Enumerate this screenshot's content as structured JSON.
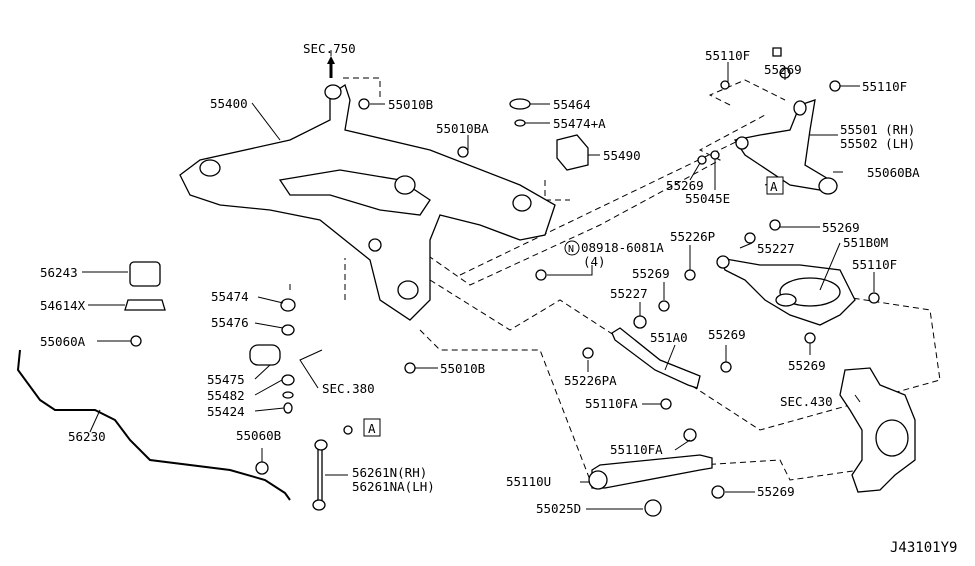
{
  "diagram": {
    "figure_code": "J43101Y9",
    "section_refs": {
      "sec750": "SEC.750",
      "sec380": "SEC.380",
      "sec430": "SEC.430"
    },
    "callout_marker": "A",
    "note_symbol": "N",
    "labels": {
      "l55400": "55400",
      "l55010B_top": "55010B",
      "l55010BA": "55010BA",
      "l55464": "55464",
      "l55474A": "55474+A",
      "l55490": "55490",
      "l55110F_a": "55110F",
      "l55269_a": "55269",
      "l55110F_b": "55110F",
      "l55501": "55501 (RH)",
      "l55502": "55502 (LH)",
      "l55060BA": "55060BA",
      "l55269_b": "55269",
      "l55045E": "55045E",
      "l08918": "08918-6081A",
      "l08918_qty": "(4)",
      "l55226P": "55226P",
      "l55227_a": "55227",
      "l55269_c": "55269",
      "l551B0M": "551B0M",
      "l55110F_c": "55110F",
      "l56243": "56243",
      "l54614X": "54614X",
      "l55060A": "55060A",
      "l55474": "55474",
      "l55476": "55476",
      "l55269_d": "55269",
      "l55227_b": "55227",
      "l551A0": "551A0",
      "l55269_e": "55269",
      "l55226PA": "55226PA",
      "l55110FA_a": "55110FA",
      "l55269_f": "55269",
      "l55475": "55475",
      "l55482": "55482",
      "l55424": "55424",
      "l55010B_bot": "55010B",
      "l56230": "56230",
      "l55060B": "55060B",
      "l56261N": "56261N(RH)",
      "l56261NA": "56261NA(LH)",
      "l55110FA_b": "55110FA",
      "l55110U": "55110U",
      "l55269_g": "55269",
      "l55025D": "55025D"
    }
  }
}
